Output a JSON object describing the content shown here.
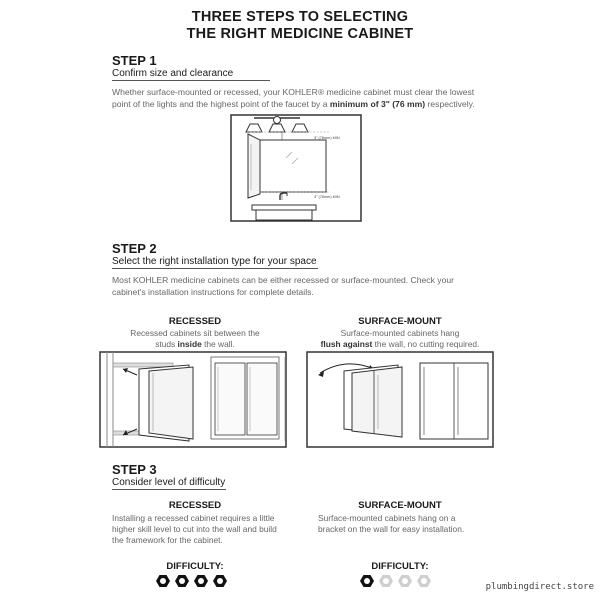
{
  "title": {
    "line1": "THREE STEPS TO SELECTING",
    "line2": "THE RIGHT MEDICINE CABINET"
  },
  "step1": {
    "heading": "STEP 1",
    "subheading": "Confirm size and clearance",
    "text_line1": "Whether surface-mounted or recessed, your KOHLER® medicine cabinet must clear the lowest",
    "text_line2_pre": "point of the lights and the highest point of the faucet by a ",
    "text_line2_bold": "minimum of 3\" (76 mm)",
    "text_line2_post": " respectively.",
    "diagram": {
      "label_top": "3\" (76mm) MIN",
      "label_bottom": "3\" (76mm) MIN"
    }
  },
  "step2": {
    "heading": "STEP 2",
    "subheading": "Select the right installation type for your space",
    "text_line1": "Most KOHLER medicine cabinets can be either recessed or surface-mounted. Check your",
    "text_line2": "cabinet's installation instructions for complete details.",
    "recessed": {
      "heading": "RECESSED",
      "line1": "Recessed cabinets sit between the",
      "line2_pre": "studs ",
      "line2_bold": "inside",
      "line2_post": " the wall."
    },
    "surface": {
      "heading": "SURFACE-MOUNT",
      "line1": "Surface-mounted cabinets hang",
      "line2_bold": "flush against",
      "line2_post": " the wall, no cutting required."
    }
  },
  "step3": {
    "heading": "STEP 3",
    "subheading": "Consider level of difficulty",
    "recessed": {
      "heading": "RECESSED",
      "line1": "Installing a recessed cabinet requires a little",
      "line2": "higher skill level to cut into the wall and build",
      "line3": "the framework for the cabinet.",
      "difficulty_label": "DIFFICULTY:",
      "difficulty_level": 4,
      "difficulty_max": 4
    },
    "surface": {
      "heading": "SURFACE-MOUNT",
      "line1": "Surface-mounted cabinets hang on a",
      "line2": "bracket on the wall for easy installation.",
      "difficulty_label": "DIFFICULTY:",
      "difficulty_level": 1,
      "difficulty_max": 4
    }
  },
  "colors": {
    "hex_filled": "#111111",
    "hex_empty": "#cfcfcf"
  },
  "footer": {
    "watermark": "plumbingdirect.store"
  }
}
